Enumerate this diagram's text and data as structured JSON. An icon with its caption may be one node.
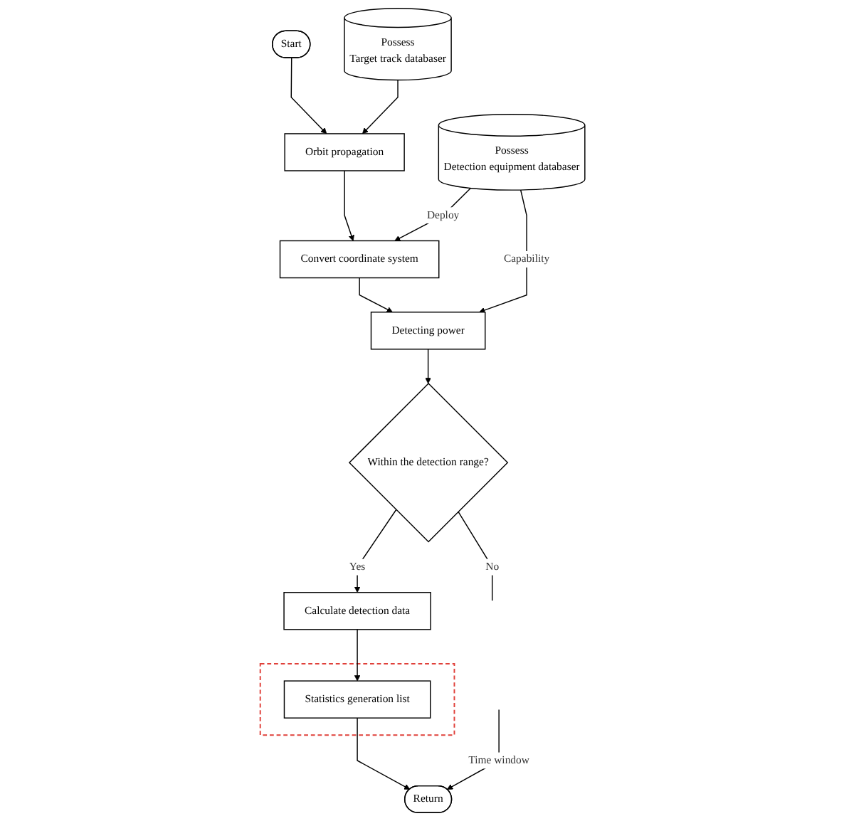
{
  "diagram": {
    "nodes": [
      {
        "text": [
          "Start"
        ]
      },
      {
        "text": [
          "Possess",
          "Target track databaser"
        ]
      },
      {
        "text": [
          "Orbit propagation"
        ]
      },
      {
        "text": [
          "Possess",
          "Detection equipment databaser"
        ]
      },
      {
        "text": [
          "Convert coordinate system"
        ]
      },
      {
        "text": [
          "Detecting power"
        ]
      },
      {
        "text": [
          "Within the detection range?"
        ]
      },
      {
        "text": [
          "Calculate detection data"
        ]
      },
      {
        "text": [],
        "shape": "box"
      },
      {
        "text": [
          "Statistics generation list"
        ],
        "in": 8
      },
      {
        "text": [
          "Return"
        ]
      }
    ],
    "edges": [
      {
        "from": 0,
        "to": 2,
        "arrow": "to"
      },
      {
        "from": 1,
        "to": 2,
        "arrow": "to"
      },
      {
        "from": 2,
        "to": 4,
        "arrow": "to"
      },
      {
        "from": 3,
        "to": 4,
        "arrow": "to",
        "label": "Deploy"
      },
      {
        "from": 3,
        "to": 5,
        "arrow": "to",
        "label": "Capability"
      },
      {
        "from": 4,
        "to": 5,
        "arrow": "to"
      },
      {
        "from": 5,
        "to": 6,
        "arrow": "to"
      },
      {
        "from": 6,
        "to": 7,
        "arrow": "to",
        "label": "Yes"
      },
      {
        "from": 6,
        "to": null,
        "arrow": "none",
        "label": "No"
      },
      {
        "from": 7,
        "to": 9,
        "arrow": "to"
      },
      {
        "from": 9,
        "to": 10,
        "arrow": "to"
      },
      {
        "from": null,
        "to": 10,
        "arrow": "to",
        "label": "Time window"
      }
    ]
  }
}
